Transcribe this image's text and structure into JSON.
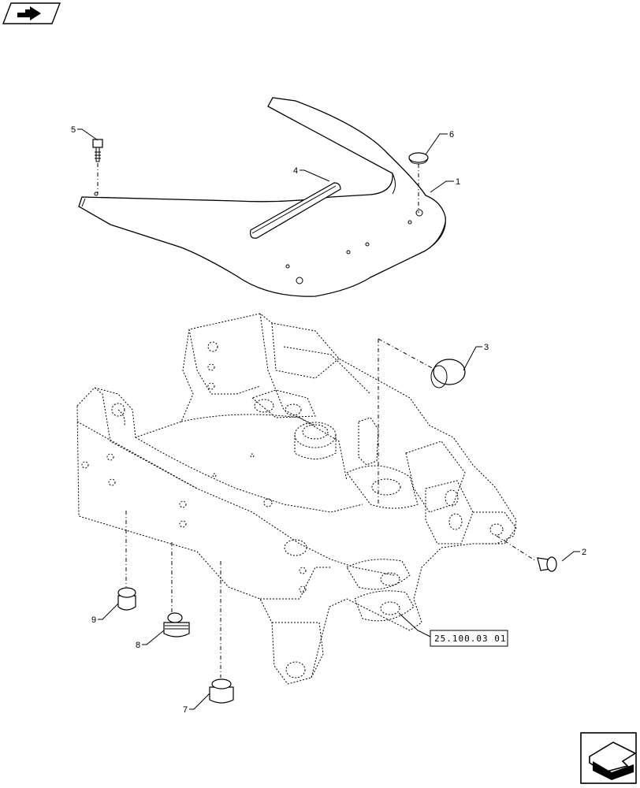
{
  "reference_label": "25.100.03 01",
  "callouts": {
    "c1": "1",
    "c2": "2",
    "c3": "3",
    "c4": "4",
    "c5": "5",
    "c6": "6",
    "c7": "7",
    "c8": "8",
    "c9": "9"
  },
  "icons": {
    "top_left": "previous-page-arrow-icon",
    "bottom_right": "next-page-arrow-icon"
  }
}
